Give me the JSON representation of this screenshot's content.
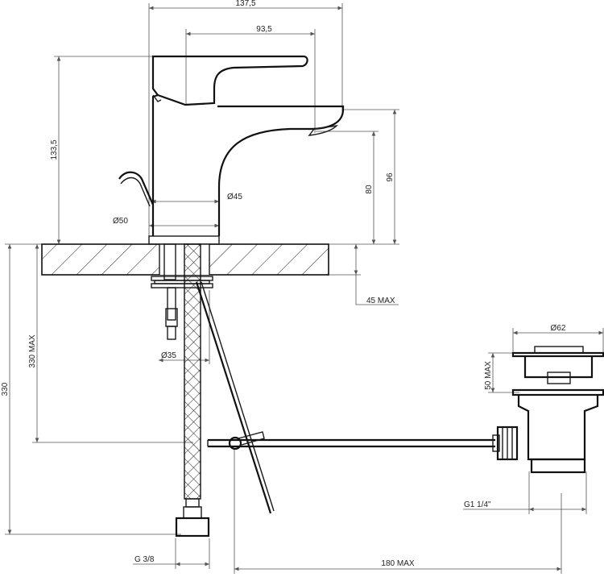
{
  "dimensions": {
    "overall_width": "137,5",
    "spout_reach": "93,5",
    "total_height": "133,5",
    "spout_height": "80",
    "top_height": "96",
    "spout_diameter": "Ø45",
    "base_diameter": "Ø50",
    "deck_thickness": "45 MAX",
    "hose_length_max": "330 MAX",
    "hose_length": "330",
    "shank_diameter": "Ø35",
    "thread_inlet": "G 3/8",
    "waste_flange": "Ø62",
    "waste_height": "50 MAX",
    "waste_thread": "G1 1/4\"",
    "rod_length": "180 MAX"
  },
  "colors": {
    "line": "#1a1a1a",
    "dimension": "#555555",
    "background": "#ffffff"
  }
}
